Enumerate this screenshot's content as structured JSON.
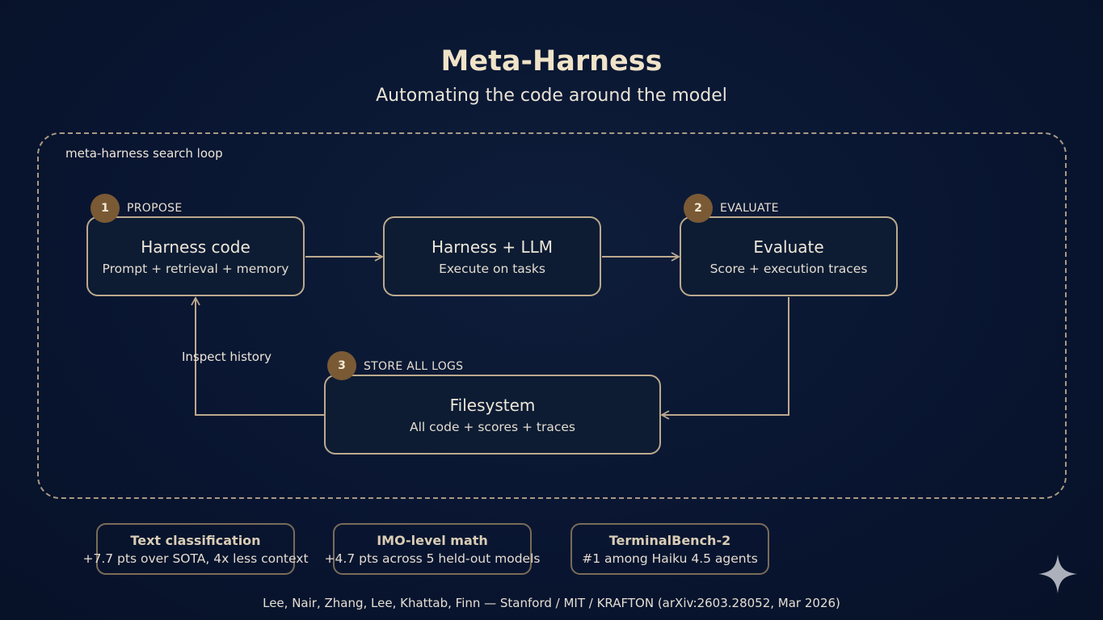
{
  "header": {
    "title": "Meta-Harness",
    "subtitle": "Automating the code around the model"
  },
  "loop": {
    "label": "meta-harness search loop",
    "edge_label": "Inspect history"
  },
  "nodes": [
    {
      "title": "Harness code",
      "subtitle": "Prompt + retrieval + memory",
      "step_number": "1",
      "step_label": "PROPOSE"
    },
    {
      "title": "Harness + LLM",
      "subtitle": "Execute on tasks"
    },
    {
      "title": "Evaluate",
      "subtitle": "Score + execution traces",
      "step_number": "2",
      "step_label": "EVALUATE"
    },
    {
      "title": "Filesystem",
      "subtitle": "All code + scores + traces",
      "step_number": "3",
      "step_label": "STORE ALL LOGS"
    }
  ],
  "results": [
    {
      "heading": "Text classification",
      "detail": "+7.7 pts over SOTA, 4x less context"
    },
    {
      "heading": "IMO-level math",
      "detail": "+4.7 pts across 5 held-out models"
    },
    {
      "heading": "TerminalBench-2",
      "detail": "#1 among Haiku 4.5 agents"
    }
  ],
  "footer": {
    "citation": "Lee, Nair, Zhang, Lee, Khattab, Finn — Stanford / MIT / KRAFTON (arXiv:2603.28052, Mar 2026)"
  },
  "colors": {
    "background": "#0a1730",
    "node_border": "#bca98e",
    "badge": "#7a5a35",
    "title": "#efe3c8"
  },
  "icons": {
    "watermark": "sparkle-icon"
  }
}
